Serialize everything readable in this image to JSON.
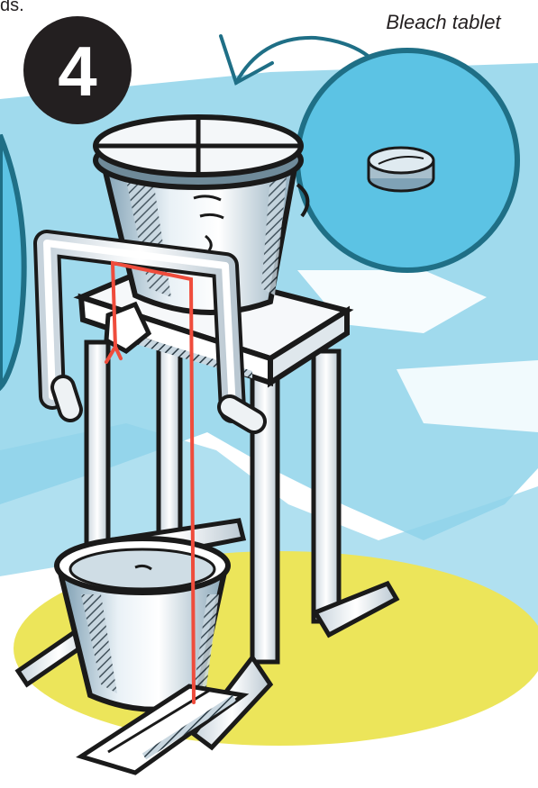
{
  "corner_fragment": "ds.",
  "step_number": "4",
  "callout_label": "Bleach tablet",
  "colors": {
    "sky_blue": "#8fd3ea",
    "circle_blue": "#5cc3e4",
    "circle_stroke": "#1f6f86",
    "ground_yellow": "#ece55a",
    "pipe_white": "#f4f6f8",
    "outline": "#1a1a1a",
    "string_red": "#ef4c3c",
    "badge_black": "#231f20"
  }
}
